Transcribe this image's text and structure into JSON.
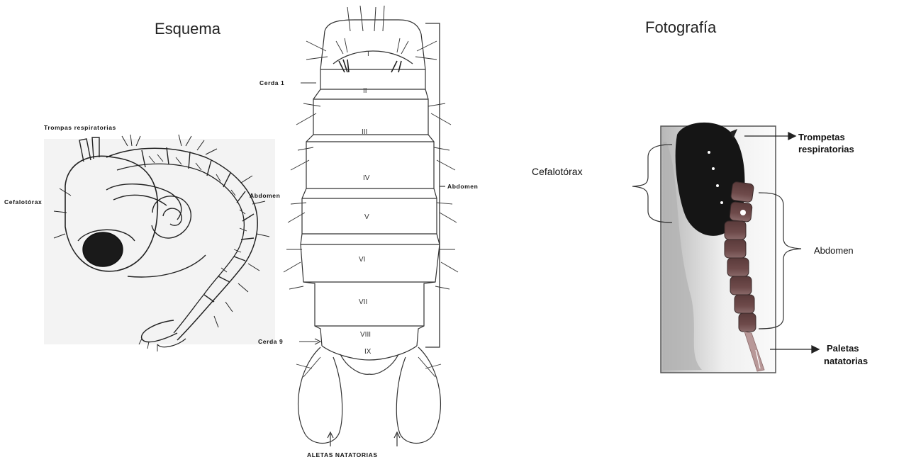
{
  "headings": {
    "schema": "Esquema",
    "photo": "Fotografía"
  },
  "side_view": {
    "trumpets": "Trompas respiratorias",
    "cephalothorax": "Cefalotórax",
    "abdomen": "Abdomen"
  },
  "dorsal_view": {
    "seta_1": "Cerda 1",
    "seta_9": "Cerda 9",
    "abdomen": "Abdomen",
    "paddles": "ALETAS NATATORIAS",
    "segments": [
      "I",
      "II",
      "III",
      "IV",
      "V",
      "VI",
      "VII",
      "VIII",
      "IX"
    ]
  },
  "photo_view": {
    "trumpets_line1": "Trompetas",
    "trumpets_line2": "respiratorias",
    "cephalothorax": "Cefalotórax",
    "abdomen": "Abdomen",
    "paddles_line1": "Paletas",
    "paddles_line2": "natatorias"
  }
}
